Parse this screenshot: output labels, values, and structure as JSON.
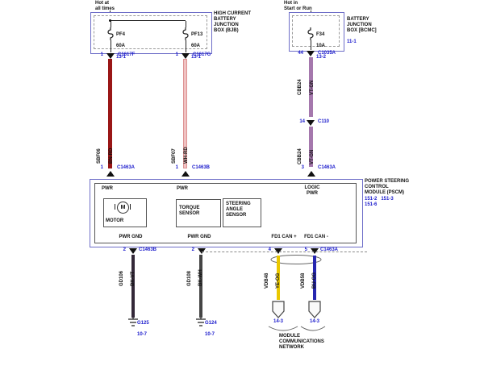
{
  "colors": {
    "box_border": "#6e6ec8",
    "blue_text": "#1a1acc",
    "wire_bn_rd": "#9a1616",
    "wire_wh_rd": "#f0c2c2",
    "wire_vt_gn": "#a578ad",
    "wire_bk_vt": "#332838",
    "wire_bk_wh": "#454545",
    "wire_ye_og": "#eac800",
    "wire_bu_og": "#2626b0"
  },
  "bjb_left": {
    "hot": "Hot at\nall times",
    "name": "HIGH CURRENT\nBATTERY\nJUNCTION\nBOX (BJB)",
    "fuse1": {
      "id": "PF4",
      "rating": "60A",
      "page": "13-1"
    },
    "fuse2": {
      "id": "PF13",
      "rating": "60A",
      "page": "13-1"
    },
    "exit1": {
      "pin": "1",
      "conn": "C1617F"
    },
    "exit2": {
      "pin": "1",
      "conn": "C1617G"
    }
  },
  "bjb_right": {
    "hot": "Hot in\nStart or Run",
    "name": "BATTERY\nJUNCTION\nBOX [BCMC]",
    "page": "11-1",
    "fuse": {
      "id": "F34",
      "rating": "10A",
      "page": "13-2"
    },
    "exit": {
      "pin": "44",
      "conn": "C1035A"
    }
  },
  "wires": {
    "pwr1": {
      "circuit": "SBF06",
      "color": "BN-RD"
    },
    "pwr2": {
      "circuit": "SBF07",
      "color": "WH-RD"
    },
    "logic_a": {
      "circuit": "CBB24",
      "color": "VT-GN"
    },
    "logic_b": {
      "circuit": "CBB24",
      "color": "VT-GN"
    },
    "gnd1": {
      "circuit": "GD106",
      "color": "BK-VT"
    },
    "gnd2": {
      "circuit": "GD108",
      "color": "BK-WH"
    },
    "can_p": {
      "circuit": "VDB48",
      "color": "YE-OG"
    },
    "can_m": {
      "circuit": "VDB58",
      "color": "BU-OG"
    }
  },
  "pins": {
    "inline": {
      "pin": "14",
      "conn": "C110"
    },
    "pscm_top1": {
      "pin": "1",
      "conn": "C1463A"
    },
    "pscm_top2": {
      "pin": "1",
      "conn": "C1463B"
    },
    "pscm_top3": {
      "pin": "3",
      "conn": "C1463A"
    },
    "pscm_bot1": {
      "pin": "2",
      "conn": "C1463B"
    },
    "pscm_bot2": {
      "pin": "2"
    },
    "pscm_bot3": {
      "pin": "4"
    },
    "pscm_bot4": {
      "pin": "5",
      "conn": "C1463A"
    }
  },
  "pscm": {
    "name": "POWER STEERING\nCONTROL\nMODULE (PSCM)",
    "pages": "151-2   151-3\n151-6",
    "pwr1": "PWR",
    "pwr2": "PWR",
    "logic": "LOGIC\nPWR",
    "motor": "MOTOR",
    "motor_icon": "M",
    "torque": "TORQUE\nSENSOR",
    "sas": "STEERING\nANGLE\nSENSOR",
    "gnd1": "PWR GND",
    "gnd2": "PWR GND",
    "canp": "FD1 CAN +",
    "canm": "FD1 CAN -"
  },
  "grounds": {
    "g1": {
      "id": "G125",
      "page": "10-7"
    },
    "g2": {
      "id": "G124",
      "page": "10-7"
    }
  },
  "offpage": {
    "p1": "14-3",
    "p2": "14-3"
  },
  "network": "MODULE\nCOMMUNICATIONS\nNETWORK"
}
